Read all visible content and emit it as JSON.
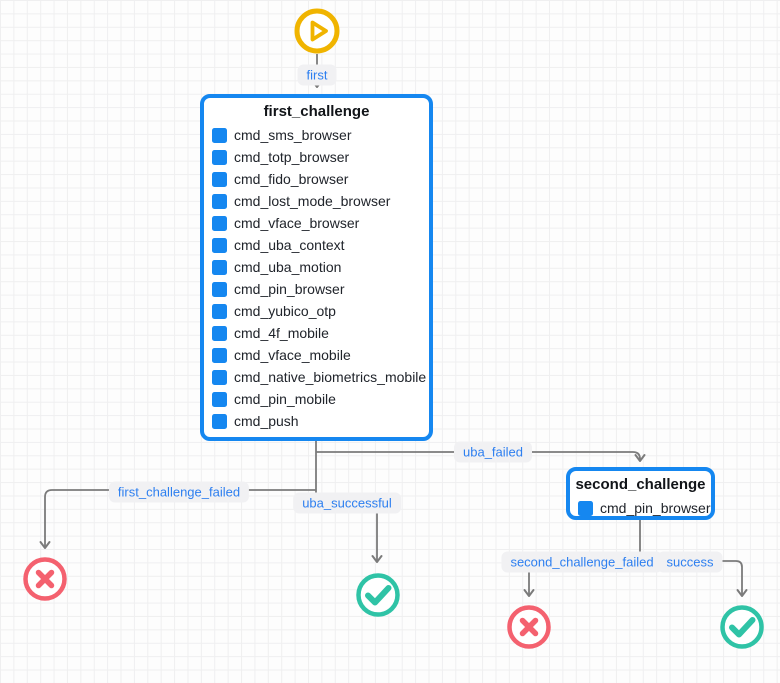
{
  "nodes": {
    "start": {
      "icon": "play-circle"
    },
    "first_challenge": {
      "title": "first_challenge",
      "items": [
        "cmd_sms_browser",
        "cmd_totp_browser",
        "cmd_fido_browser",
        "cmd_lost_mode_browser",
        "cmd_vface_browser",
        "cmd_uba_context",
        "cmd_uba_motion",
        "cmd_pin_browser",
        "cmd_yubico_otp",
        "cmd_4f_mobile",
        "cmd_vface_mobile",
        "cmd_native_biometrics_mobile",
        "cmd_pin_mobile",
        "cmd_push"
      ]
    },
    "second_challenge": {
      "title": "second_challenge",
      "items": [
        "cmd_pin_browser"
      ]
    },
    "terminals": {
      "first_failure": "failure",
      "first_success": "success",
      "second_failure": "failure",
      "second_success": "success"
    }
  },
  "edge_labels": {
    "first": "first",
    "uba_failed": "uba_failed",
    "first_challenge_failed": "first_challenge_failed",
    "uba_successful": "uba_successful",
    "second_challenge_failed": "second_challenge_failed",
    "success": "success"
  },
  "colors": {
    "node_border_blue": "#1587f0",
    "action_square_blue": "#1587f0",
    "edge_gray": "#7b7b7b",
    "label_text_blue": "#2d7ff0",
    "label_bg": "#f1f1f3",
    "start_yellow": "#f0b400",
    "failure_red": "#f4616f",
    "success_teal": "#2fc3a6"
  }
}
